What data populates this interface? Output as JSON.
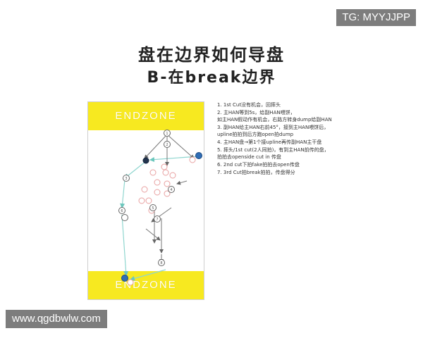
{
  "watermark_top": "TG: MYYJJPP",
  "watermark_bottom": "www.qgdbwlw.com",
  "title_line1": "盘在边界如何导盘",
  "title_line2": "B-在break边界",
  "field": {
    "endzone_top_label": "ENDZONE",
    "endzone_bottom_label": "ENDZONE",
    "endzone_color": "#f7e920",
    "defender_color": "#e8a0a0",
    "offense_color": "#666666",
    "disc_color": "#2f6db5",
    "pass_line_color": "#8fd6cf",
    "cut_line_color": "#777777"
  },
  "player_labels": [
    "1",
    "2",
    "3",
    "4",
    "5",
    "6",
    "7",
    "8"
  ],
  "steps": [
    {
      "num": "1.",
      "text": "1st Cut没有机会，回摔头"
    },
    {
      "num": "2.",
      "text": "主HAN等到5s，给副HAN喂饼，\n如主HAN假动作有机会，右路方转身dump给副HAN"
    },
    {
      "num": "3.",
      "text": "副HAN给主HAN右前45°，接到主HAN喂饼后，\nupline拍拍到后方跑open拍dump"
    },
    {
      "num": "4.",
      "text": "主HAN盘→第1个接upline再传副HAN主干盘"
    },
    {
      "num": "5.",
      "text": "摔头/1st cut(2人同拍)，有到主HAN前传的盘，\n拍拍去openside cut in 传盘"
    },
    {
      "num": "6.",
      "text": "2nd cut下拍fake拍拍去open传盘"
    },
    {
      "num": "7.",
      "text": "3rd Cut拍break拍拍，传盘得分"
    }
  ]
}
